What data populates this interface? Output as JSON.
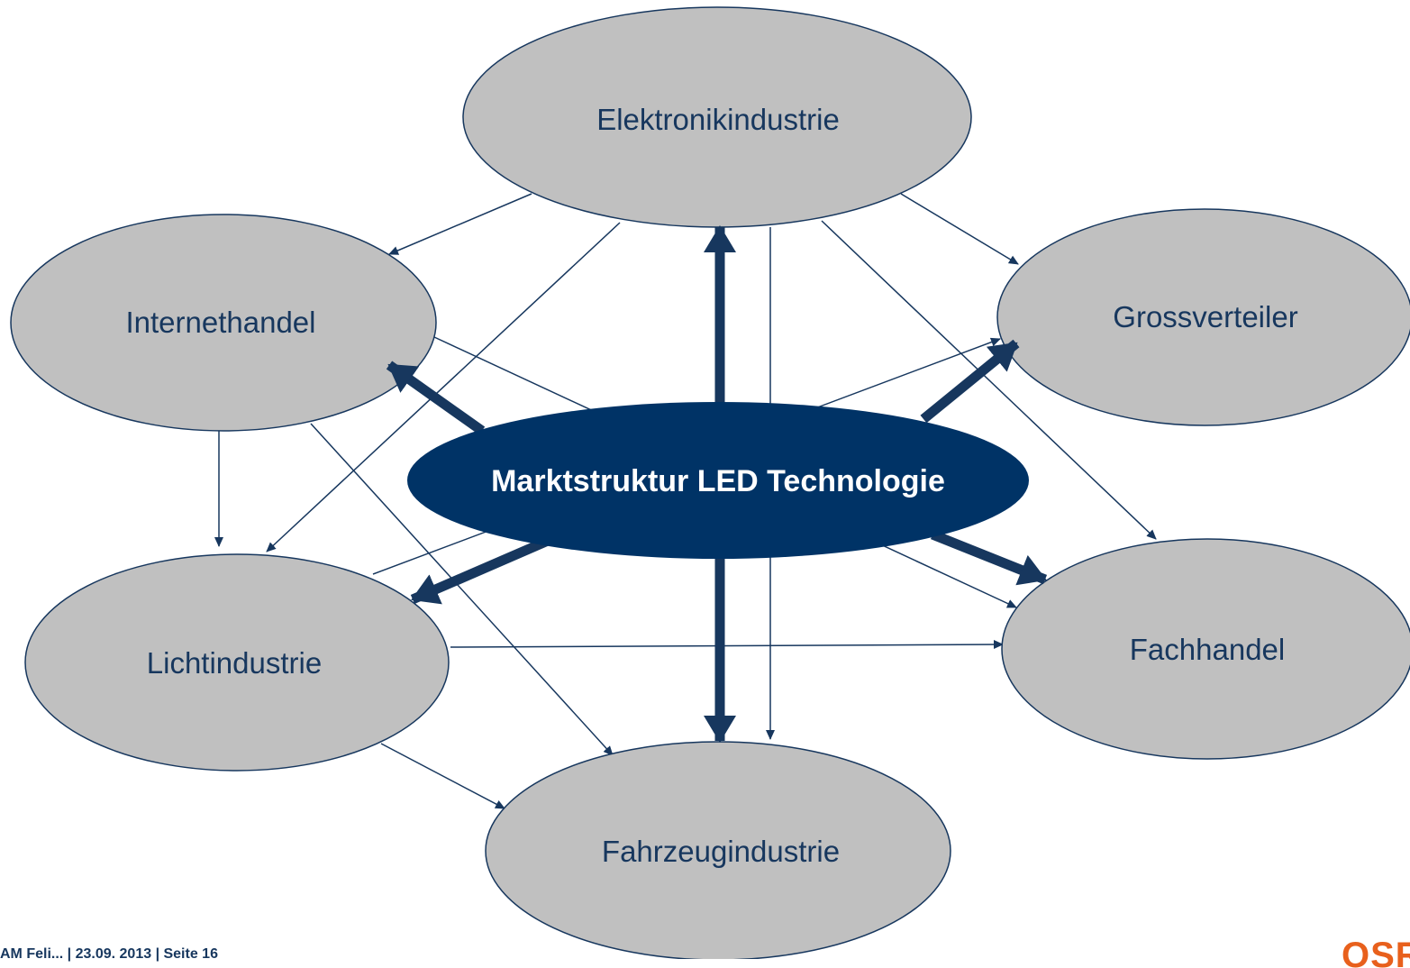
{
  "diagram": {
    "center": "Marktstruktur LED Technologie",
    "nodes": {
      "elektronik": "Elektronikindustrie",
      "internet": "Internethandel",
      "gross": "Grossverteiler",
      "licht": "Lichtindustrie",
      "fach": "Fachhandel",
      "fahrzeug": "Fahrzeugindustrie"
    }
  },
  "footer": {
    "text": "AM Feli... | 23.09. 2013 | Seite 16"
  },
  "brand": {
    "logo_text": "OSRAM"
  },
  "colors": {
    "ellipse_fill": "#c0c0c0",
    "ellipse_stroke": "#17375e",
    "center_fill": "#003366",
    "arrow": "#17375e",
    "brand": "#e8601c"
  }
}
